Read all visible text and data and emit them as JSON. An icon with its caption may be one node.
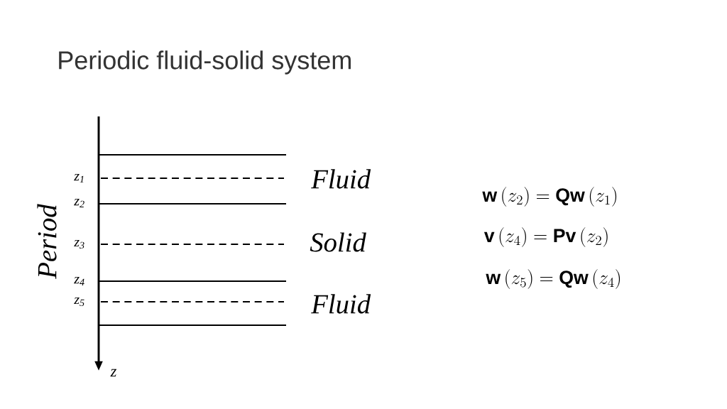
{
  "diagram": {
    "title": "Periodic fluid-solid system",
    "labels": [
      "z$_{1}$",
      "Fluid",
      "\\mathbf{w}\\left(z_{2}\\right)=\\mathbf{Q}\\mathbf{w}\\left(z_{1}\\right)",
      "z$_{2}$",
      "Period",
      "z$_{3}$",
      "Solid",
      "\\mathbf{v}\\left(z_{4}\\right)=\\mathbf{P}\\mathbf{v}\\left(z_{2}\\right)",
      "\\mathbf{w}\\left(z_{5}\\right)=\\mathbf{Q}\\mathbf{w}\\left(z_{4}\\right)",
      "z$_{4}$",
      "z$_{5}$",
      "Fluid",
      "z"
    ]
  }
}
